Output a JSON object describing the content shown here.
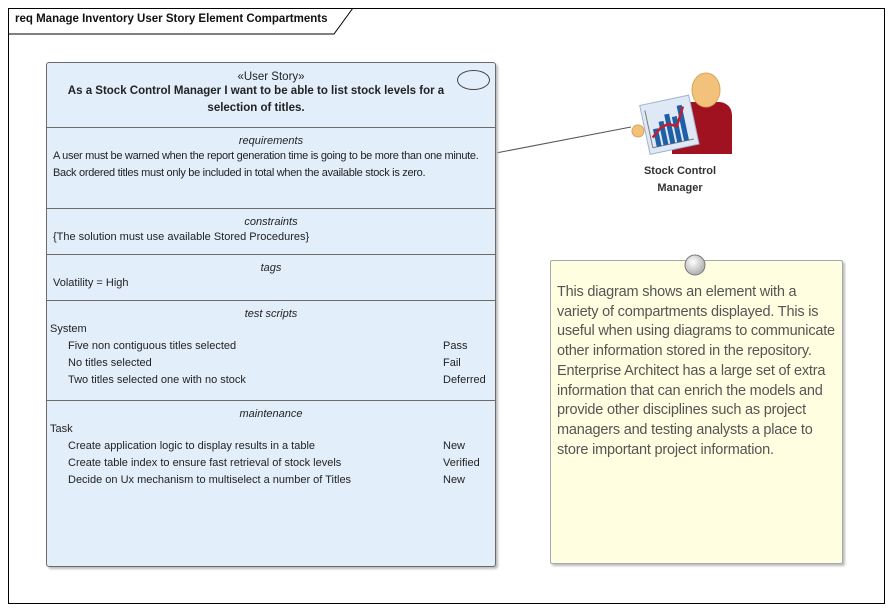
{
  "diagram": {
    "frame_title": "req Manage Inventory User Story Element Compartments"
  },
  "story": {
    "stereotype": "«User Story»",
    "name": "As a Stock Control Manager I want to be able to list stock levels for a selection of titles.",
    "icon": "use-case-oval-icon",
    "compartments": {
      "requirements": {
        "title": "requirements",
        "lines": [
          "A user must be warned when the report generation time is going to be more than one minute.",
          "Back ordered titles must only be included in total when the available stock is zero."
        ]
      },
      "constraints": {
        "title": "constraints",
        "lines": [
          "{The solution must use available Stored Procedures}"
        ]
      },
      "tags": {
        "title": "tags",
        "lines": [
          "Volatility = High"
        ]
      },
      "test_scripts": {
        "title": "test scripts",
        "group": "System",
        "rows": [
          {
            "item": "Five non contiguous titles selected",
            "status": "Pass"
          },
          {
            "item": "No titles selected",
            "status": "Fail"
          },
          {
            "item": "Two titles selected one with no stock",
            "status": "Deferred"
          }
        ]
      },
      "maintenance": {
        "title": "maintenance",
        "group": "Task",
        "rows": [
          {
            "item": "Create application logic to display results in a table",
            "status": "New"
          },
          {
            "item": "Create table index to ensure fast retrieval of stock levels",
            "status": "Verified"
          },
          {
            "item": "Decide on Ux mechanism to multiselect a number of Titles",
            "status": "New"
          }
        ]
      }
    }
  },
  "actor": {
    "name_line1": "Stock Control",
    "name_line2": "Manager",
    "icon": "stakeholder-with-chart-icon",
    "colors": {
      "body": "#a0121f",
      "skin": "#f2c27a",
      "chart_bar": "#1f5fa8",
      "chart_line": "#c0202a"
    }
  },
  "note": {
    "text": "This diagram shows an element with a variety of compartments displayed. This is useful when using diagrams to communicate other information stored in the repository. Enterprise Architect has a large set of extra information that can enrich the models and provide other disciplines such as project managers and testing analysts a place to store important project information."
  },
  "colors": {
    "story_fill": "#e3eefb",
    "note_fill": "#fffee0",
    "border": "#6b6b6b"
  }
}
